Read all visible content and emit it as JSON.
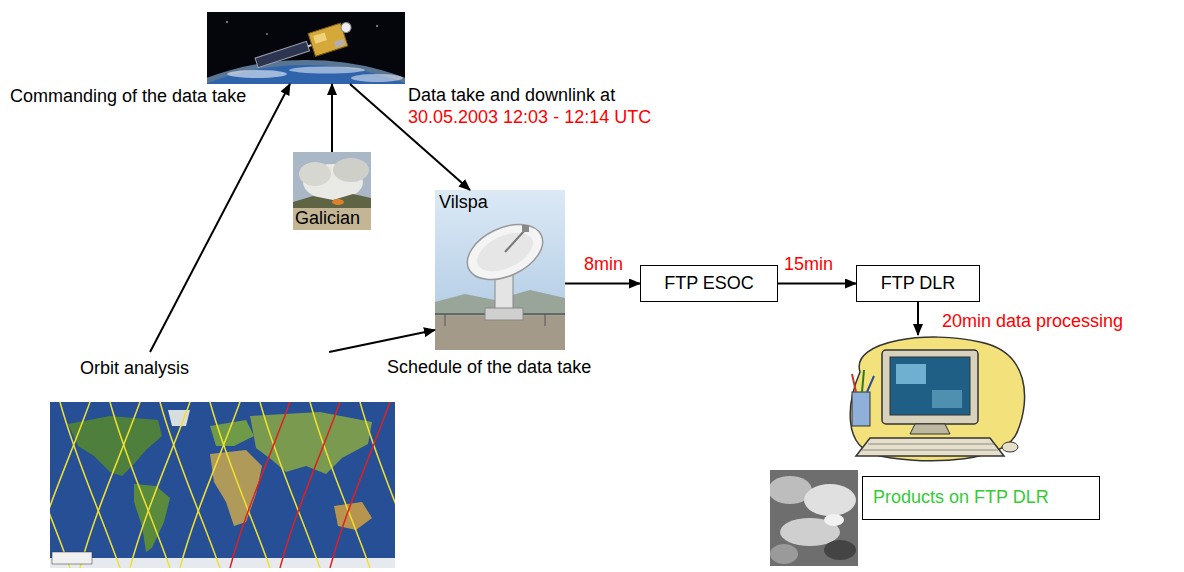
{
  "diagram": {
    "nodes": [
      {
        "text": [
          "Data take and downlink at",
          "30.05.2003 12:03 - 12:14 UTC"
        ]
      },
      {
        "text": [
          "Galician"
        ]
      },
      {
        "text": [
          "Vilspa"
        ]
      },
      {
        "text": [
          "FTP ESOC"
        ]
      },
      {
        "text": [
          "FTP DLR"
        ]
      },
      {
        "text": [
          "Products on FTP DLR"
        ]
      },
      {
        "text": [
          "Orbit analysis"
        ]
      }
    ],
    "edges": [
      {
        "from": 6,
        "to": 0,
        "arrow": "to",
        "label": "Commanding of the data take"
      },
      {
        "from": 1,
        "to": 0,
        "arrow": "to"
      },
      {
        "from": 0,
        "to": 2,
        "arrow": "to"
      },
      {
        "from": 6,
        "to": 2,
        "arrow": "to",
        "label": "Schedule of the data take"
      },
      {
        "from": 2,
        "to": 3,
        "arrow": "to",
        "label": "8min"
      },
      {
        "from": 3,
        "to": 4,
        "arrow": "to",
        "label": "15min"
      },
      {
        "from": 4,
        "to": 5,
        "arrow": "to",
        "label": "20min data processing"
      }
    ]
  }
}
